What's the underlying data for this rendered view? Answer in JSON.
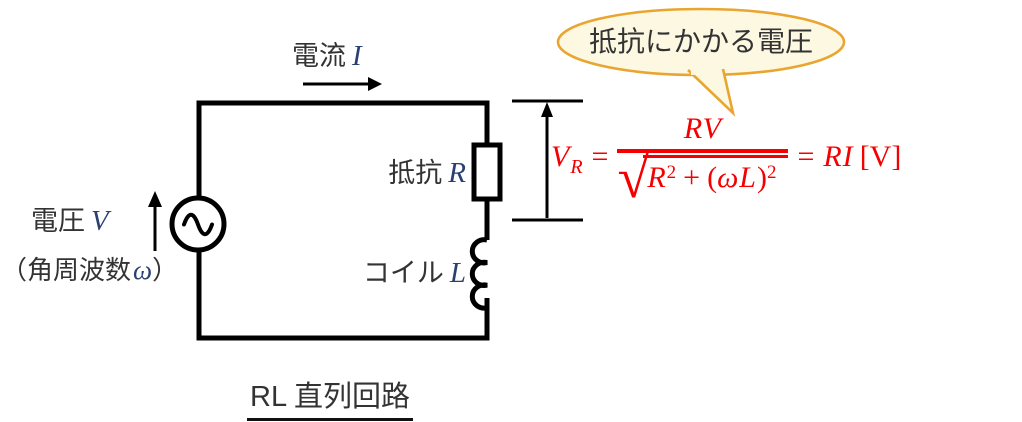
{
  "colors": {
    "line": "#000000",
    "text": "#333333",
    "variable": "#2a4073",
    "formula_red": "#f40000",
    "bubble_fill": "#fdf8e2",
    "bubble_stroke": "#e9a52f"
  },
  "bubble": {
    "label": "抵抗にかかる電圧"
  },
  "circuit": {
    "current_label": "電流",
    "current_var": "I",
    "voltage_label": "電圧",
    "voltage_var": "V",
    "angular_prefix": "（角周波数",
    "angular_var": "ω",
    "angular_suffix": "）",
    "resistor_label": "抵抗",
    "resistor_var": "R",
    "coil_label": "コイル",
    "coil_var": "L",
    "caption": "RL 直列回路"
  },
  "formula": {
    "lhs_base": "V",
    "lhs_sub": "R",
    "eq1": "=",
    "numerator": "RV",
    "radical": "√",
    "den_base": "R",
    "den_exp1": "2",
    "den_plus": "+",
    "den_lparen": "(",
    "den_inner": "ωL",
    "den_rparen": ")",
    "den_exp2": "2",
    "eq2": "=",
    "rhs": "RI",
    "unit": "[V]"
  }
}
